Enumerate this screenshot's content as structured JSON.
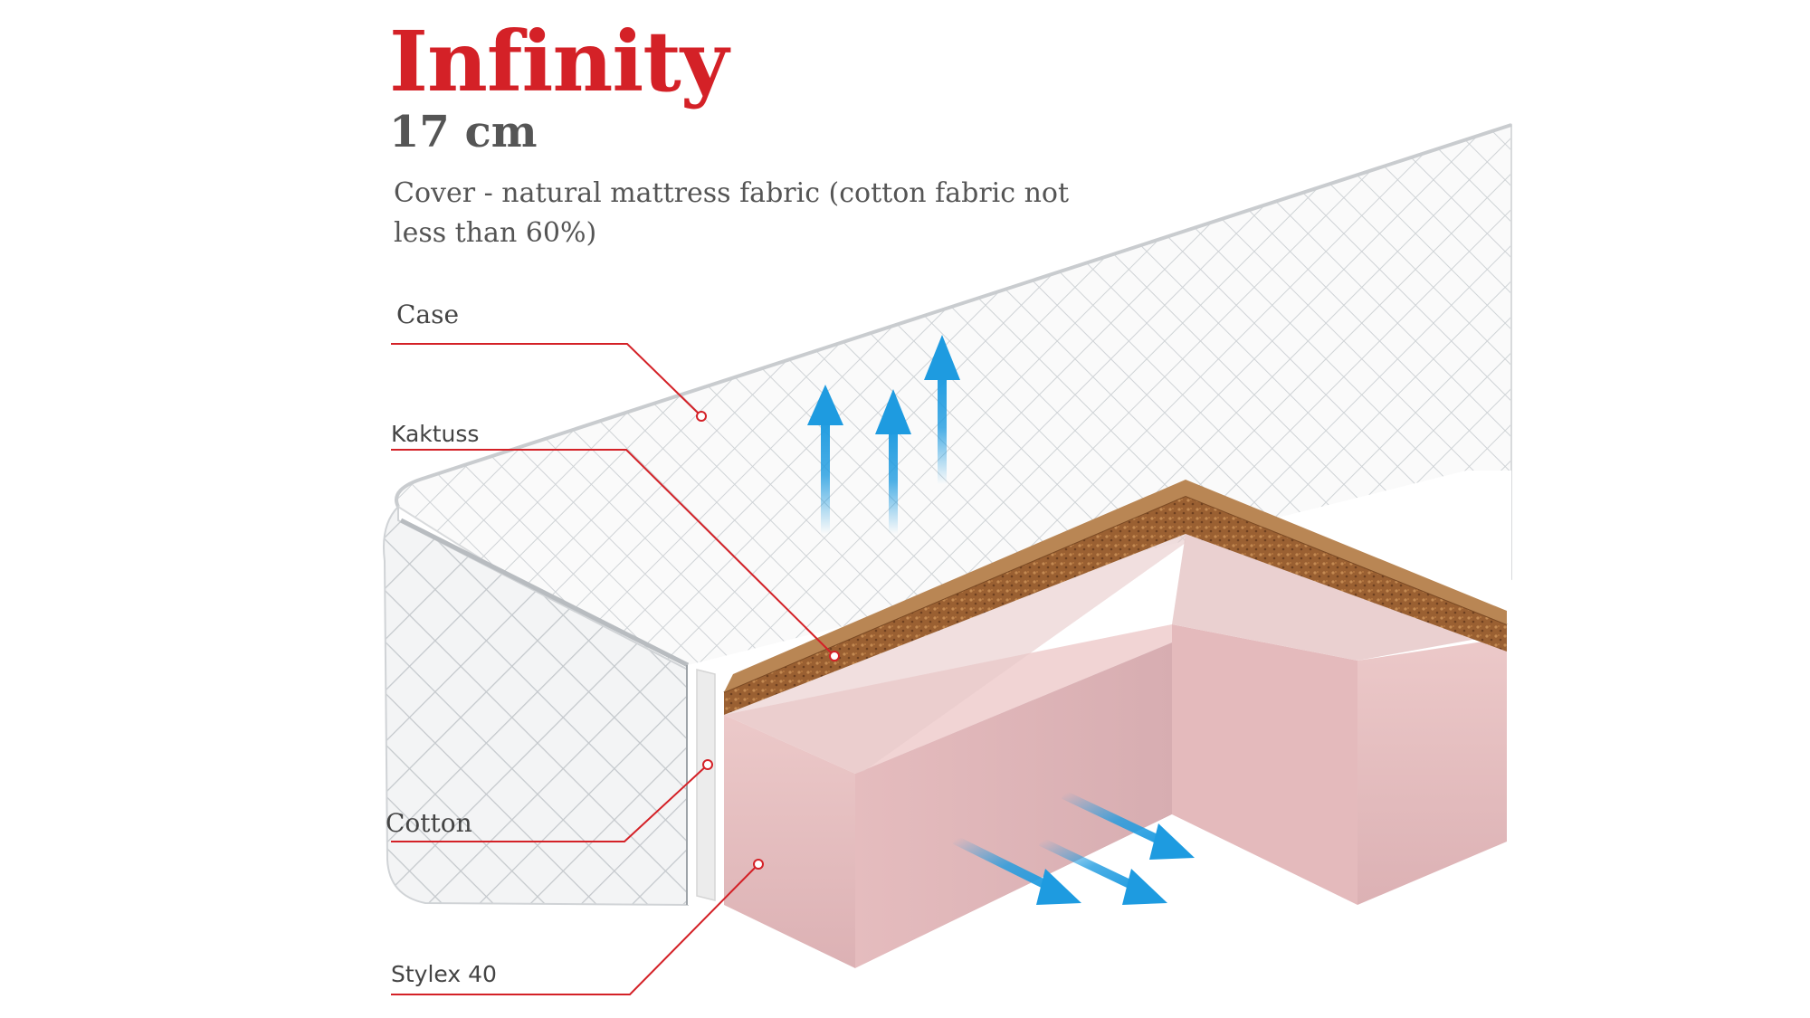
{
  "product": {
    "name": "Infinity",
    "height": "17 cm",
    "description": "Cover - natural mattress fabric (cotton fabric not less than 60%)"
  },
  "layers": {
    "case": "Case",
    "kaktuss": "Kaktuss",
    "cotton": "Cotton",
    "stylex": "Stylex 40"
  },
  "colors": {
    "title": "#d42127",
    "text": "#555555",
    "leader_line": "#d42127",
    "arrow": "#1e9be0",
    "foam": "#e9c4c4",
    "coconut": "#9a6032"
  },
  "icons": {
    "airflow_up": "arrow-up-icon",
    "airflow_side": "arrow-diagonal-icon"
  }
}
